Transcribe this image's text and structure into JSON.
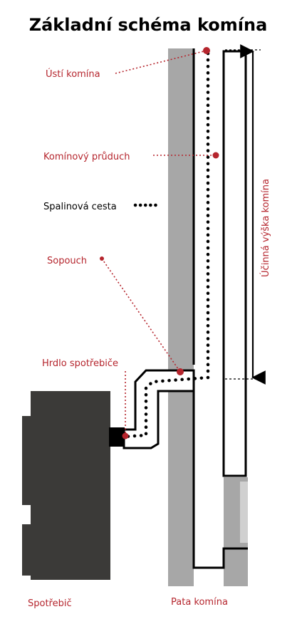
{
  "title": "Základní schéma komína",
  "labels": {
    "usti": "Ústí komína",
    "pruduch": "Komínový průduch",
    "spalinova": "Spalinová cesta",
    "sopouch": "Sopouch",
    "hrdlo": "Hrdlo spotřebiče",
    "spotrebic": "Spotřebič",
    "pata": "Pata komína",
    "vyska": "Účinná výška komína"
  },
  "colors": {
    "accent": "#b5252d",
    "wall": "#a7a7a7",
    "appliance": "#3b3a38",
    "outline": "#000000",
    "vent": "#d0d0d0"
  }
}
